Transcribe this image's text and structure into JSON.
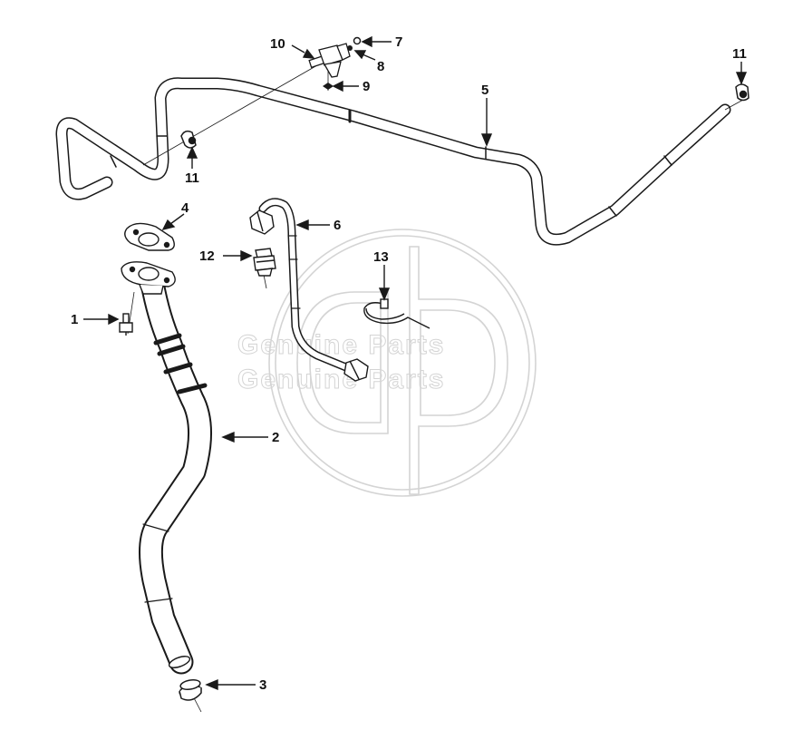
{
  "figure": {
    "callouts": [
      {
        "id": "c1",
        "label": "1"
      },
      {
        "id": "c2",
        "label": "2"
      },
      {
        "id": "c3",
        "label": "3"
      },
      {
        "id": "c4",
        "label": "4"
      },
      {
        "id": "c5",
        "label": "5"
      },
      {
        "id": "c6",
        "label": "6"
      },
      {
        "id": "c7",
        "label": "7"
      },
      {
        "id": "c8",
        "label": "8"
      },
      {
        "id": "c9",
        "label": "9"
      },
      {
        "id": "c10",
        "label": "10"
      },
      {
        "id": "c11a",
        "label": "11"
      },
      {
        "id": "c11b",
        "label": "11"
      },
      {
        "id": "c12",
        "label": "12"
      },
      {
        "id": "c13",
        "label": "13"
      }
    ]
  },
  "watermark": {
    "logo_letters": "GP",
    "text": "Genuine Parts"
  },
  "colors": {
    "line": "#1a1a1a",
    "watermark": "#d4d4d4",
    "background": "#ffffff"
  }
}
